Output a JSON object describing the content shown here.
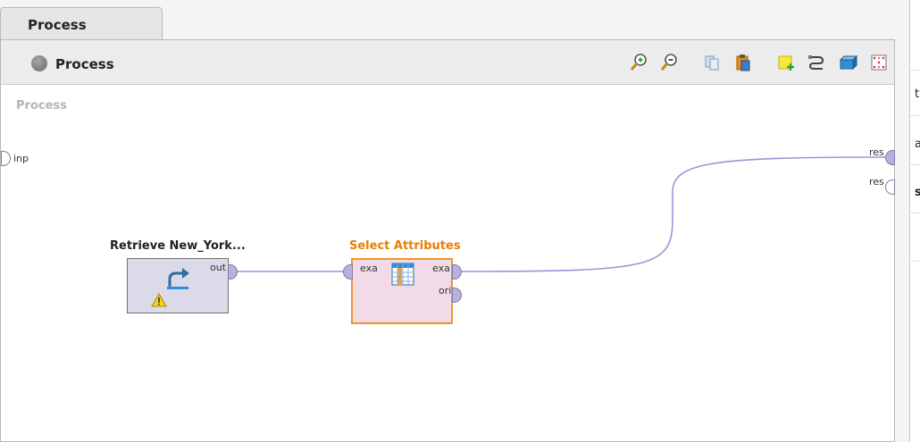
{
  "tabs": [
    {
      "label": "Process"
    }
  ],
  "toolbar": {
    "title": "Process",
    "buttons": [
      {
        "name": "zoom-in-icon"
      },
      {
        "name": "zoom-out-icon"
      },
      {
        "name": "copy-icon"
      },
      {
        "name": "paste-icon"
      },
      {
        "name": "add-note-icon"
      },
      {
        "name": "route-connections-icon"
      },
      {
        "name": "3d-view-icon"
      },
      {
        "name": "auto-fit-icon"
      }
    ]
  },
  "canvas": {
    "title": "Process",
    "input_port": "inp",
    "result_ports": [
      "res",
      "res"
    ]
  },
  "operators": {
    "retrieve": {
      "label": "Retrieve New_York...",
      "out_port": "out",
      "warning": true
    },
    "select": {
      "label": "Select Attributes",
      "in_port": "exa",
      "out_ports": [
        "exa",
        "ori"
      ]
    }
  },
  "side": {
    "rows": [
      "ty",
      "a",
      "s"
    ]
  },
  "colors": {
    "selected_label": "#e57f05",
    "selected_border": "#f0932e",
    "select_fill": "#f2dbe6",
    "retrieve_fill": "#dcdae9",
    "wire": "#9b94d6"
  }
}
